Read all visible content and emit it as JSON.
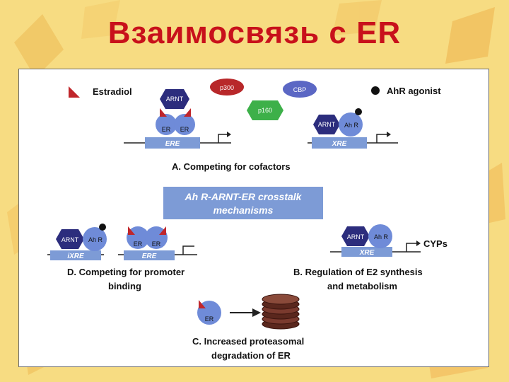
{
  "slide": {
    "title": "Взаимосвязь с ER",
    "accent_color": "#c8111b",
    "background_color": "#f7dc82"
  },
  "legend": {
    "estradiol_label": "Estradiol",
    "agonist_label": "AhR agonist"
  },
  "cofactors": {
    "p300": "p300",
    "p160": "p160",
    "cbp": "CBP"
  },
  "proteins": {
    "arnt": "ARNT",
    "ahr": "Ah R",
    "er": "ER"
  },
  "elements": {
    "ere": "ERE",
    "xre": "XRE",
    "ixre": "iXRE"
  },
  "products": {
    "cyps": "CYPs"
  },
  "center_box": {
    "line1": "Ah R-ARNT-ER crosstalk",
    "line2": "mechanisms"
  },
  "mechanisms": {
    "a": "A. Competing for cofactors",
    "b_line1": "B. Regulation of E2 synthesis",
    "b_line2": "and metabolism",
    "c_line1": "C. Increased proteasomal",
    "c_line2": "degradation of ER",
    "d_line1": "D. Competing for promoter",
    "d_line2": "binding"
  },
  "colors": {
    "arnt": "#2c2d7d",
    "ahr_er": "#6f8bd8",
    "estradiol": "#c0262b",
    "p300": "#b8282a",
    "cbp": "#5b67c4",
    "p160": "#3db049",
    "dna_box": "#7d9bd6",
    "proteasome": "#7a3a2e"
  }
}
